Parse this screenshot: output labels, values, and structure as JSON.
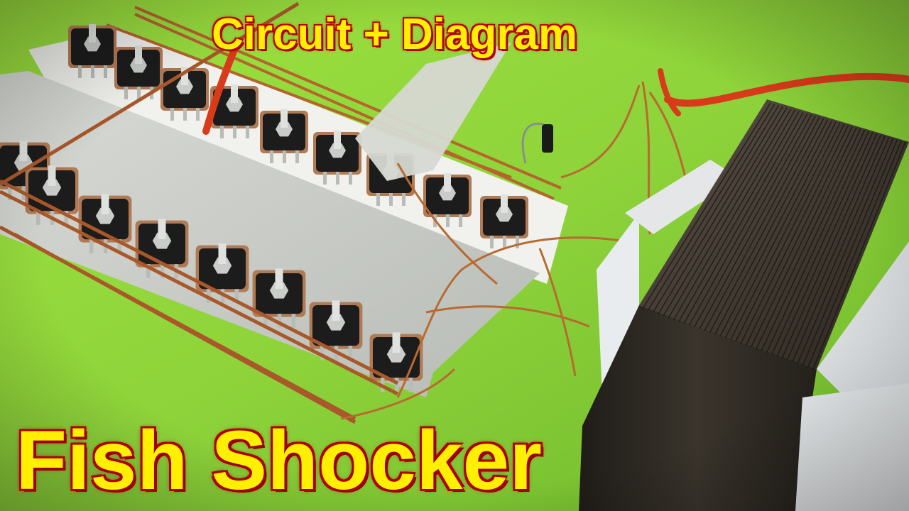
{
  "thumbnail": {
    "title_top": "Circuit + Diagram",
    "title_bottom": "Fish Shocker"
  },
  "photo": {
    "subjects": [
      "mosfet-transistor",
      "aluminium-heatsink-plate",
      "copper-wire",
      "transformer-core",
      "red-lead-wire"
    ],
    "colors": {
      "background_green": "#8fd63a",
      "heatsink": "#c9ccc8",
      "mosfet_body": "#1c1c1c",
      "copper": "#b5642e",
      "transformer_core": "#2e2a24",
      "red_wire": "#d83a1a",
      "text_yellow": "#ffef00",
      "text_outline": "#b00000"
    }
  }
}
